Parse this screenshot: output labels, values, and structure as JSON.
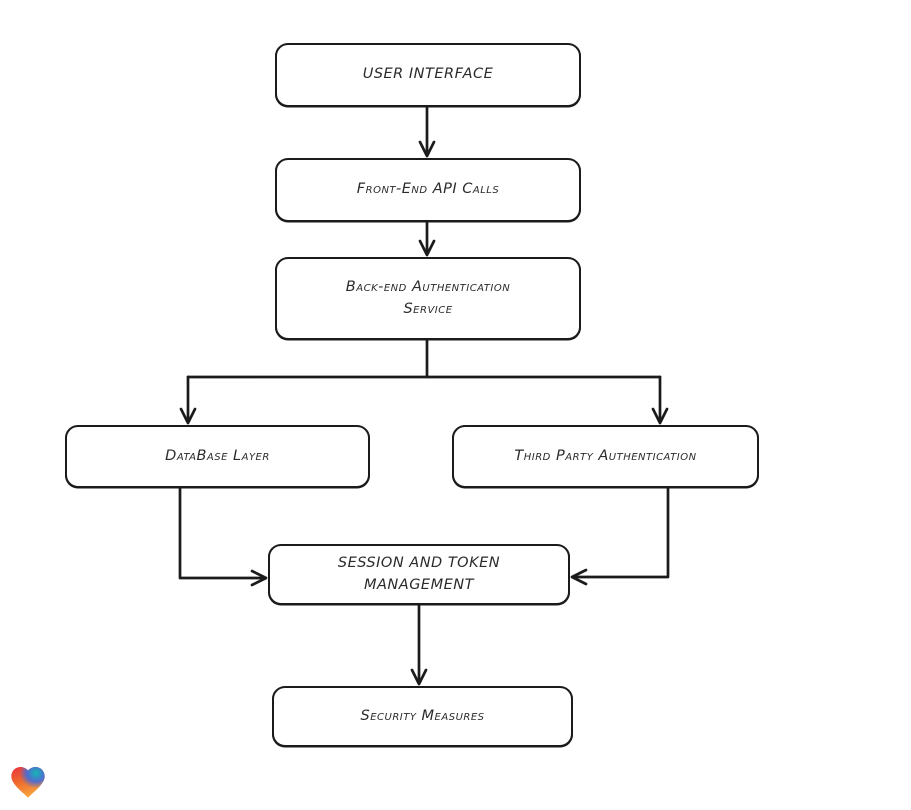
{
  "canvas": {
    "background": "#ffffff",
    "stroke_color": "#1b1b1b",
    "node_fill": "#ffffff",
    "text_color": "#2b2b2b"
  },
  "diagram": {
    "type": "flowchart",
    "nodes": [
      {
        "id": "user-interface",
        "label": "USER INTERFACE"
      },
      {
        "id": "front-end-api-calls",
        "label": "Front-End API Calls"
      },
      {
        "id": "back-end-auth-service",
        "label": "Back-end Authentication\nService"
      },
      {
        "id": "database-layer",
        "label": "DataBase Layer"
      },
      {
        "id": "third-party-auth",
        "label": "Third Party Authentication"
      },
      {
        "id": "session-token-mgmt",
        "label": "SESSION AND TOKEN\nMANAGEMENT"
      },
      {
        "id": "security-measures",
        "label": "Security Measures"
      }
    ],
    "edges": [
      {
        "from": "user-interface",
        "to": "front-end-api-calls"
      },
      {
        "from": "front-end-api-calls",
        "to": "back-end-auth-service"
      },
      {
        "from": "back-end-auth-service",
        "to": "database-layer"
      },
      {
        "from": "back-end-auth-service",
        "to": "third-party-auth"
      },
      {
        "from": "database-layer",
        "to": "session-token-mgmt"
      },
      {
        "from": "third-party-auth",
        "to": "session-token-mgmt"
      },
      {
        "from": "session-token-mgmt",
        "to": "security-measures"
      }
    ]
  },
  "logo": {
    "name": "gradient-heart",
    "colors": [
      "#e8323f",
      "#f7a43c",
      "#14b8b4",
      "#3e6ce0"
    ]
  }
}
